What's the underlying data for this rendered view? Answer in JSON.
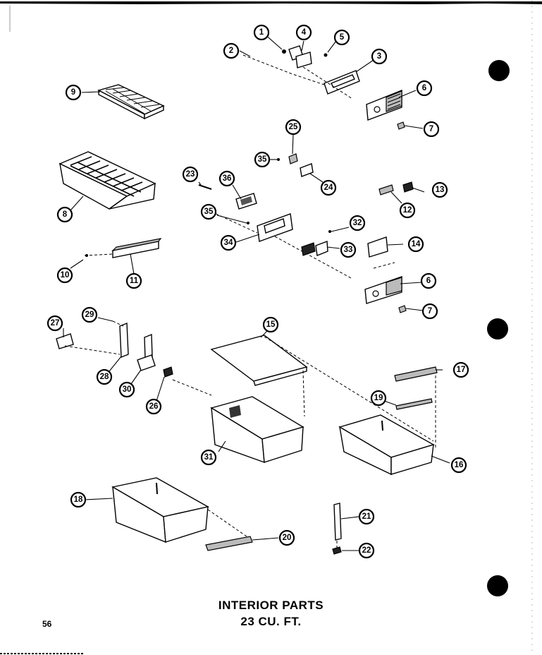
{
  "title": {
    "line1": "INTERIOR PARTS",
    "line2": "23 CU. FT."
  },
  "page_number": "56",
  "callouts": [
    "1",
    "2",
    "3",
    "4",
    "5",
    "6",
    "7",
    "8",
    "9",
    "10",
    "11",
    "12",
    "13",
    "14",
    "15",
    "16",
    "17",
    "18",
    "19",
    "20",
    "21",
    "22",
    "23",
    "24",
    "25",
    "26",
    "27",
    "28",
    "29",
    "30",
    "31",
    "32",
    "33",
    "34",
    "35",
    "36"
  ],
  "colors": {
    "ink": "#000000",
    "paper": "#ffffff"
  }
}
